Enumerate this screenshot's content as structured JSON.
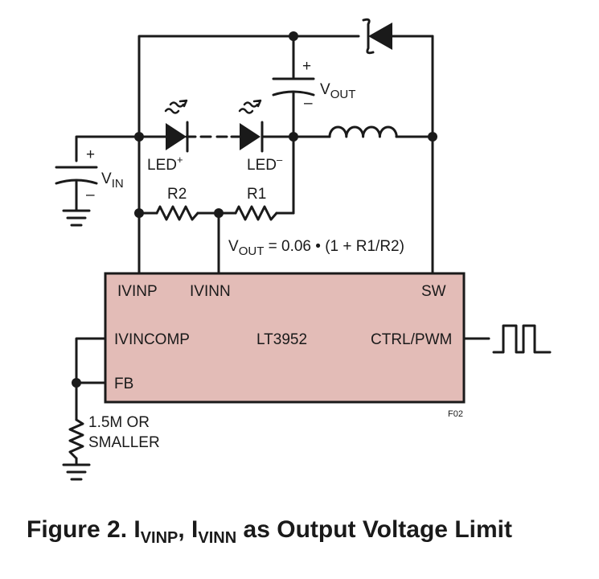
{
  "chip": {
    "name": "LT3952",
    "fill_color": "#e3bcb7",
    "pins": {
      "ivinp": "IVINP",
      "ivinn": "IVINN",
      "sw": "SW",
      "ivincomp": "IVINCOMP",
      "fb": "FB",
      "ctrl_pwm": "CTRL/PWM"
    }
  },
  "labels": {
    "vout_main": "V",
    "vout_sub": "OUT",
    "vin_main": "V",
    "vin_sub": "IN",
    "plus": "+",
    "minus": "–",
    "led_plus_main": "LED",
    "led_plus_sup": "+",
    "led_minus_main": "LED",
    "led_minus_sup": "–",
    "r1": "R1",
    "r2": "R2",
    "formula_main": "V",
    "formula_sub": "OUT",
    "formula_rest": " = 0.06 • (1 + R1/R2)",
    "fb_resistor_line1": "1.5M OR",
    "fb_resistor_line2": "SMALLER",
    "figure_code": "F02"
  },
  "caption": {
    "prefix": "Figure 2. I",
    "sub1": "VINP",
    "mid": ", I",
    "sub2": "VINN",
    "suffix": " as Output Voltage Limit"
  }
}
